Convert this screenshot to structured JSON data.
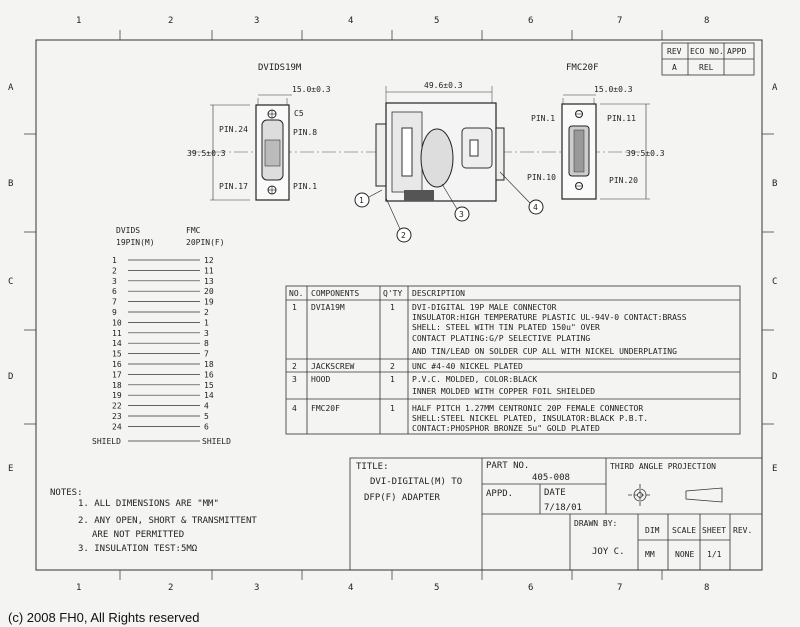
{
  "border": {
    "columns": [
      "1",
      "2",
      "3",
      "4",
      "5",
      "6",
      "7",
      "8"
    ],
    "rows": [
      "A",
      "B",
      "C",
      "D",
      "E"
    ]
  },
  "rev_block": {
    "headers": [
      "REV",
      "ECO NO.",
      "APPD"
    ],
    "values": [
      "A",
      "REL",
      ""
    ]
  },
  "views": {
    "dvi": {
      "title": "DVIDS19M",
      "dim_width": "15.0±0.3",
      "dim_height": "39.5±0.3",
      "pins": [
        "C5",
        "PIN.24",
        "PIN.8",
        "PIN.17",
        "PIN.1"
      ]
    },
    "side": {
      "dim_length": "49.6±0.3",
      "balloons": [
        "1",
        "2",
        "3",
        "4"
      ]
    },
    "fmc": {
      "title": "FMC20F",
      "dim_width": "15.0±0.3",
      "dim_height": "39.5±0.3",
      "pins": [
        "PIN.1",
        "PIN.11",
        "PIN.10",
        "PIN.20"
      ]
    }
  },
  "wiring": {
    "left_header": [
      "DVIDS",
      "19PIN(M)"
    ],
    "right_header": [
      "FMC",
      "20PIN(F)"
    ],
    "pairs": [
      [
        "1",
        "12"
      ],
      [
        "2",
        "11"
      ],
      [
        "3",
        "13"
      ],
      [
        "6",
        "20"
      ],
      [
        "7",
        "19"
      ],
      [
        "9",
        "2"
      ],
      [
        "10",
        "1"
      ],
      [
        "11",
        "3"
      ],
      [
        "14",
        "8"
      ],
      [
        "15",
        "7"
      ],
      [
        "16",
        "18"
      ],
      [
        "17",
        "16"
      ],
      [
        "18",
        "15"
      ],
      [
        "19",
        "14"
      ],
      [
        "22",
        "4"
      ],
      [
        "23",
        "5"
      ],
      [
        "24",
        "6"
      ]
    ],
    "shield": [
      "SHIELD",
      "SHIELD"
    ]
  },
  "bom": {
    "headers": [
      "NO.",
      "COMPONENTS",
      "Q'TY",
      "DESCRIPTION"
    ],
    "rows": [
      {
        "no": "1",
        "component": "DVIA19M",
        "qty": "1",
        "desc": [
          "DVI-DIGITAL 19P MALE CONNECTOR",
          "INSULATOR:HIGH TEMPERATURE PLASTIC UL-94V-0 CONTACT:BRASS",
          "SHELL: STEEL WITH TIN PLATED 150u\" OVER",
          "CONTACT PLATING:G/P SELECTIVE PLATING",
          "AND TIN/LEAD ON SOLDER CUP ALL WITH NICKEL UNDERPLATING"
        ]
      },
      {
        "no": "2",
        "component": "JACKSCREW",
        "qty": "2",
        "desc": [
          "UNC #4-40 NICKEL PLATED"
        ]
      },
      {
        "no": "3",
        "component": "HOOD",
        "qty": "1",
        "desc": [
          "P.V.C. MOLDED, COLOR:BLACK",
          "INNER MOLDED WITH COPPER FOIL SHIELDED"
        ]
      },
      {
        "no": "4",
        "component": "FMC20F",
        "qty": "1",
        "desc": [
          "HALF PITCH 1.27MM CENTRONIC 20P FEMALE CONNECTOR",
          "SHELL:STEEL NICKEL PLATED, INSULATOR:BLACK P.B.T.",
          "CONTACT:PHOSPHOR BRONZE 5u\" GOLD PLATED"
        ]
      }
    ]
  },
  "notes": {
    "heading": "NOTES:",
    "items": [
      "1. ALL DIMENSIONS ARE \"MM\"",
      "2. ANY OPEN, SHORT & TRANSMITTENT",
      "ARE NOT PERMITTED",
      "3. INSULATION TEST:5MΩ"
    ]
  },
  "title_block": {
    "title_label": "TITLE:",
    "title_lines": [
      "DVI-DIGITAL(M) TO",
      "DFP(F) ADAPTER"
    ],
    "part_no_label": "PART NO.",
    "part_no": "405-008",
    "appd_label": "APPD.",
    "date_label": "DATE",
    "date": "7/18/01",
    "projection": "THIRD ANGLE PROJECTION",
    "drawn_by_label": "DRAWN BY:",
    "drawn_by": "JOY C.",
    "dim_label": "DIM",
    "dim": "MM",
    "scale_label": "SCALE",
    "scale": "NONE",
    "sheet_label": "SHEET",
    "sheet": "1/1",
    "rev_label": "REV."
  },
  "copyright": "(c) 2008 FH0, All Rights reserved"
}
